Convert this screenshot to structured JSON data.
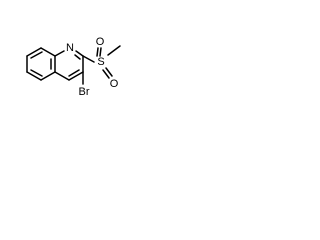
{
  "molecule": {
    "atoms": {
      "ring_nitrogen": "N",
      "bromine": "Br",
      "sulfur": "S",
      "oxygen_upper": "O",
      "oxygen_lower": "O"
    }
  }
}
